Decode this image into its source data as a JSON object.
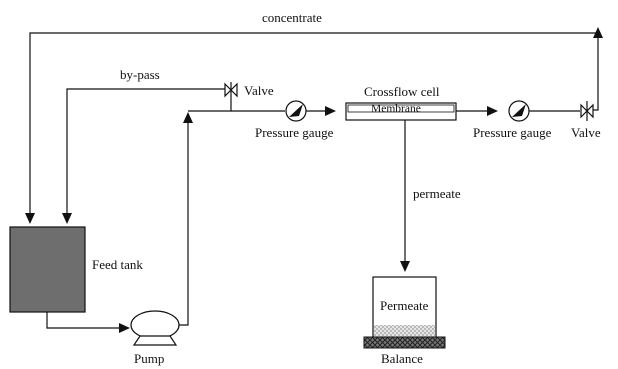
{
  "labels": {
    "concentrate": "concentrate",
    "bypass": "by-pass",
    "valve_top": "Valve",
    "crossflow_cell": "Crossflow cell",
    "membrane": "Membrane",
    "pressure_gauge_left": "Pressure gauge",
    "pressure_gauge_right": "Pressure gauge",
    "valve_right": "Valve",
    "permeate_flow": "permeate",
    "feed_tank": "Feed tank",
    "permeate_container": "Permeate",
    "balance": "Balance",
    "pump": "Pump"
  },
  "colors": {
    "line": "#111111",
    "feed_tank_fill": "#6e6e6e",
    "balance_fill": "#5a5a5a",
    "permeate_liquid": "#d9d9d9"
  }
}
